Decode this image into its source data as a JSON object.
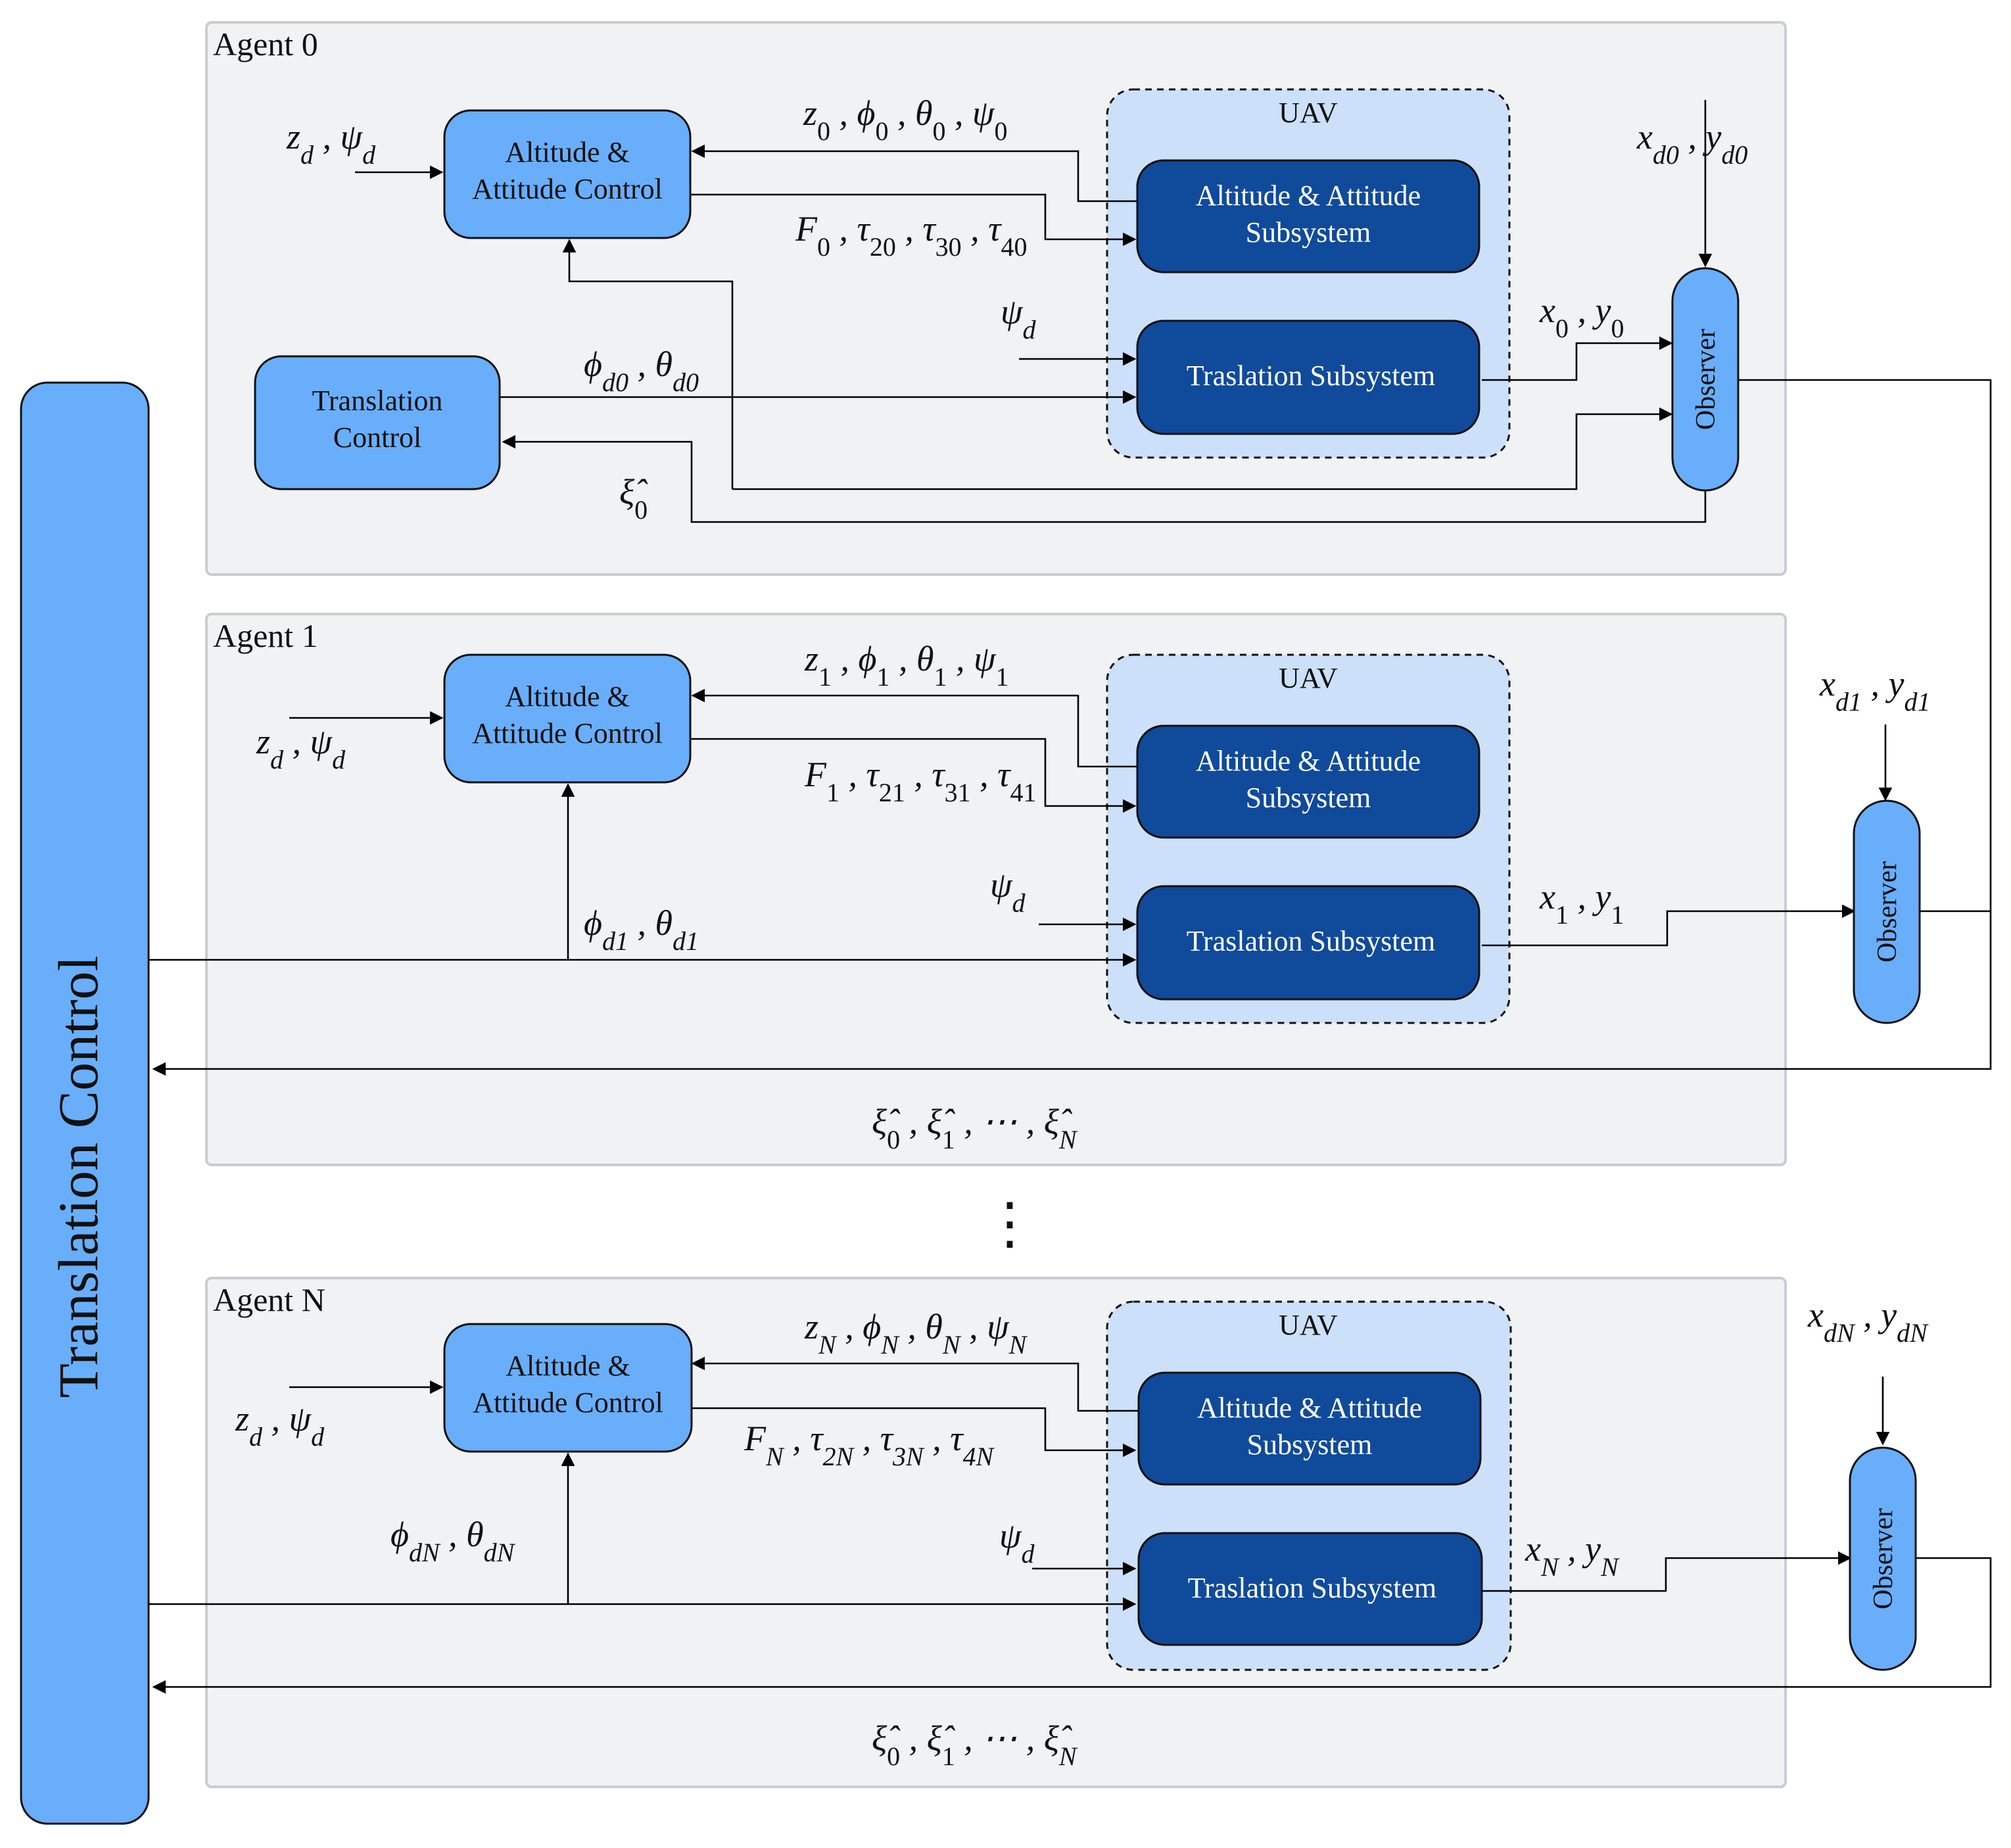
{
  "sidebar_label": "Translation Control",
  "ellipsis": "⋮",
  "uav_label": "UAV",
  "blocks": {
    "alt_att_control_line1": "Altitude  &",
    "alt_att_control_line2": "Attitude Control",
    "alt_att_subsystem_line1": "Altitude & Attitude",
    "alt_att_subsystem_line2": "Subsystem",
    "traslation_subsystem": "Traslation Subsystem",
    "observer": "Observer",
    "translation_control_line1": "Translation",
    "translation_control_line2": "Control"
  },
  "agents": [
    {
      "title": "Agent 0",
      "ref_input": "z_d , ψ_d",
      "feedback_states": "z_0 , ϕ_0 , θ_0 , ψ_0",
      "control_outputs": "F_0 , τ_20 , τ_30 , τ_40",
      "psi_input": "ψ_d",
      "position_output": "x_0 , y_0",
      "observer_reference": "x_d0 , y_d0",
      "attitude_reference": "ϕ_d0 , θ_d0",
      "estimate": "ξ̂_0"
    },
    {
      "title": "Agent 1",
      "ref_input": "z_d , ψ_d",
      "feedback_states": "z_1 , ϕ_1 , θ_1 , ψ_1",
      "control_outputs": "F_1 , τ_21 , τ_31 , τ_41",
      "psi_input": "ψ_d",
      "position_output": "x_1 , y_1",
      "observer_reference": "x_d1 , y_d1",
      "attitude_reference": "ϕ_d1 , θ_d1",
      "estimates_bus": "ξ̂_0 , ξ̂_1 , ⋯ , ξ̂_N"
    },
    {
      "title": "Agent N",
      "ref_input": "z_d , ψ_d",
      "feedback_states": "z_N , ϕ_N , θ_N , ψ_N",
      "control_outputs": "F_N , τ_2N , τ_3N , τ_4N",
      "psi_input": "ψ_d",
      "position_output": "x_N , y_N",
      "observer_reference": "x_dN , y_dN",
      "attitude_reference": "ϕ_dN , θ_dN",
      "estimates_bus": "ξ̂_0 , ξ̂_1 , ⋯ , ξ̂_N"
    }
  ]
}
